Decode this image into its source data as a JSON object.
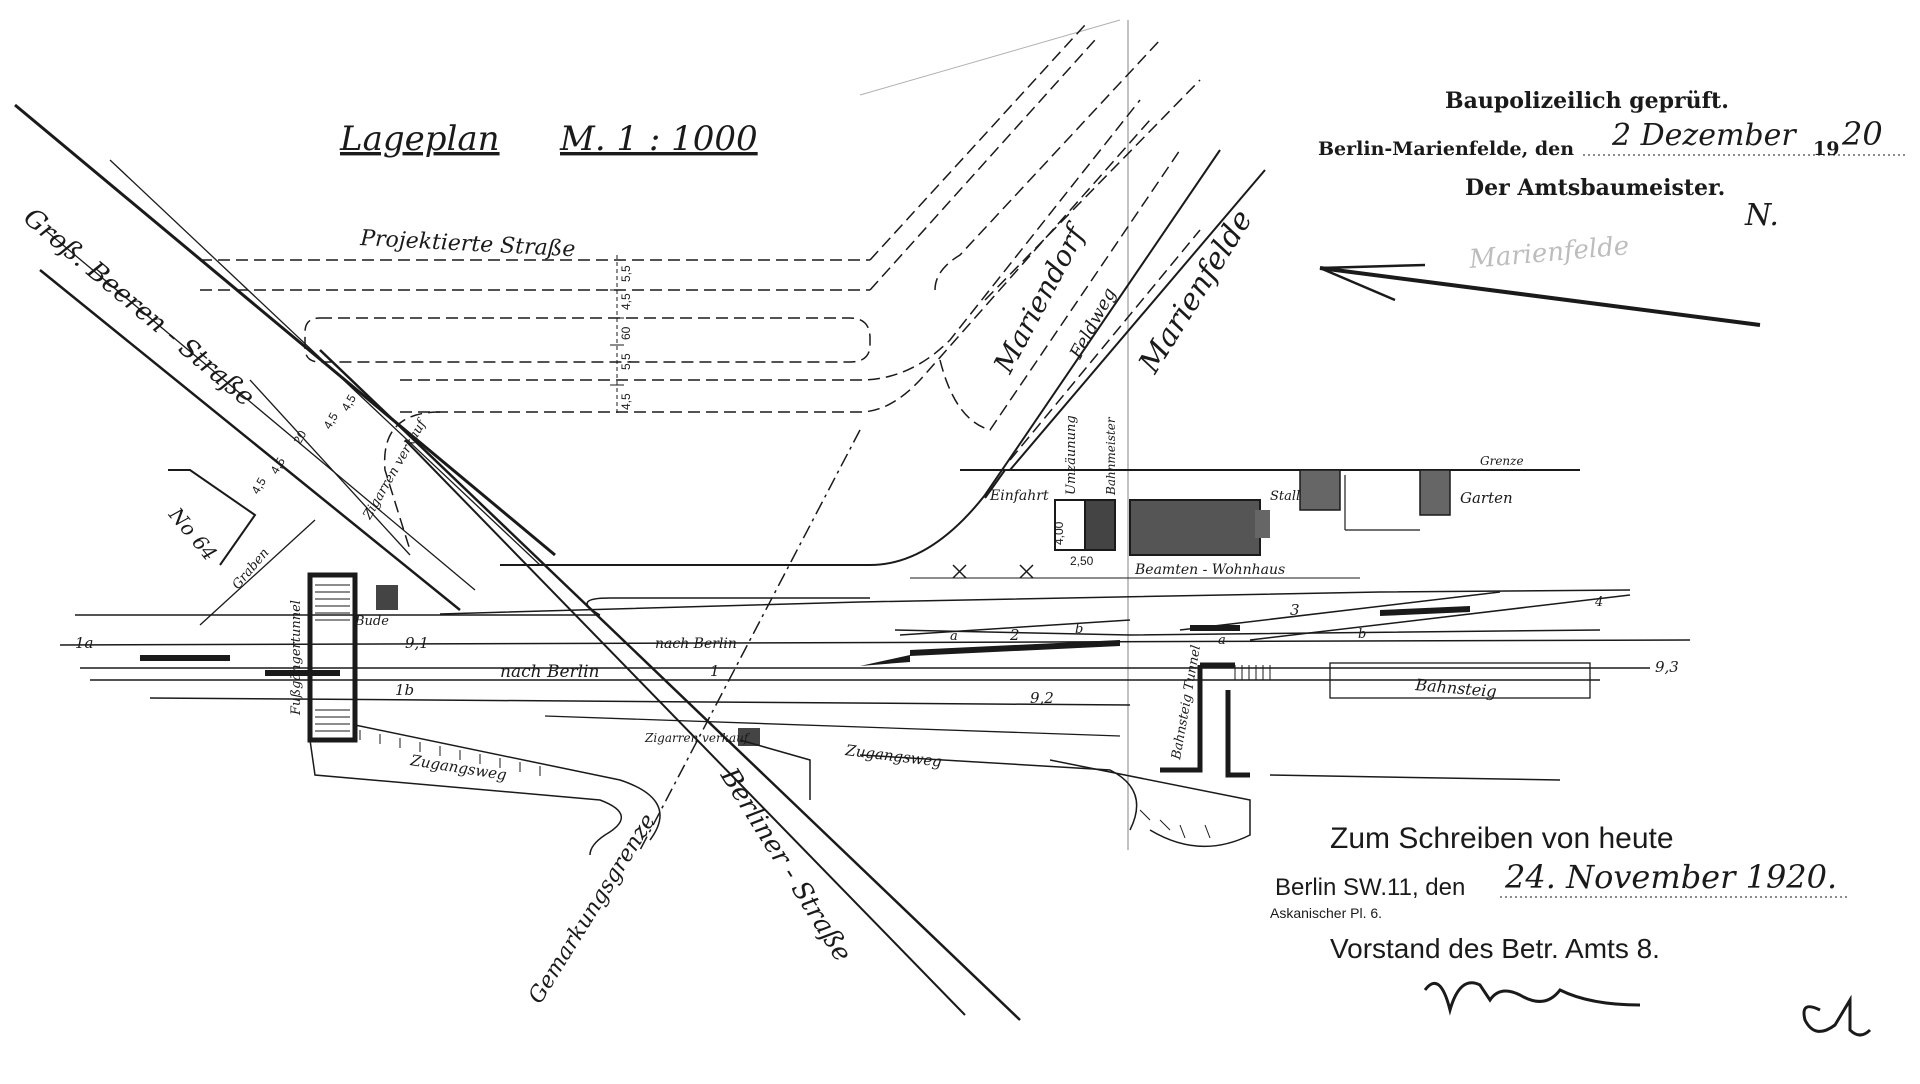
{
  "title": {
    "main": "Lageplan",
    "scale": "M. 1 : 1000"
  },
  "streets": {
    "gross_beeren": "Groß. Beeren - Straße",
    "projektierte": "Projektierte Straße",
    "marienfelde": "Marienfelde",
    "marienfelde_variant": "Marienfelde",
    "marienfelde_header": "Marienfelde",
    "mariendorf": "Mariendorf",
    "feldweg": "Feldweg",
    "berliner": "Berliner - Straße",
    "gemarkungsgrenze": "Gemarkungsgrenze"
  },
  "labels": {
    "no64": "No 64",
    "graben": "Graben",
    "bude": "Bude",
    "zigarren_top": "Zigarren verkauf",
    "zigarren_bottom": "Zigarren verkauf",
    "zugangsweg_left": "Zugangsweg",
    "zugangsweg_right": "Zugangsweg",
    "fussgaengertunnel": "Fußgängertunnel",
    "bahnsteig_tunnel": "Bahnsteig Tunnel",
    "bahnsteig": "Bahnsteig",
    "nach_berlin_upper": "nach Berlin",
    "nach_berlin_lower": "nach Berlin",
    "einfahrt": "Einfahrt",
    "umzaeunung": "Umzäunung",
    "bahnmeister": "Bahnmeister",
    "grenze": "Grenze",
    "stall": "Stall",
    "garten": "Garten",
    "beamten_wohnhaus": "Beamten - Wohnhaus"
  },
  "tracks": {
    "t1a": "1a",
    "t1": "1",
    "t1b": "1b",
    "t2": "2",
    "t3": "3",
    "t4": "4",
    "a1": "a",
    "b1": "b",
    "a2": "a",
    "b2": "b",
    "km91": "9,1",
    "km92": "9,2",
    "km93": "9,3"
  },
  "dimensions": {
    "d45a": "4,5",
    "d45b": "4,5",
    "d20": "20",
    "d45c": "4,5",
    "d45d": "4,5",
    "v55a": "5,5",
    "v45a": "4,5",
    "v60": "60",
    "v55b": "5,5",
    "v45b": "4,5",
    "d400": "4,00",
    "d250": "2,50"
  },
  "stamp_top": {
    "line1": "Baupolizeilich geprüft.",
    "place": "Berlin-Marienfelde, den",
    "date": "2 Dezember",
    "year_prefix": "19",
    "year_suffix": "20",
    "authority": "Der Amtsbaumeister.",
    "initial": "N."
  },
  "stamp_bottom": {
    "line1": "Zum Schreiben von heute",
    "place": "Berlin SW.11, den",
    "date": "24. November 1920.",
    "address": "Askanischer Pl. 6.",
    "authority": "Vorstand des Betr. Amts 8."
  }
}
